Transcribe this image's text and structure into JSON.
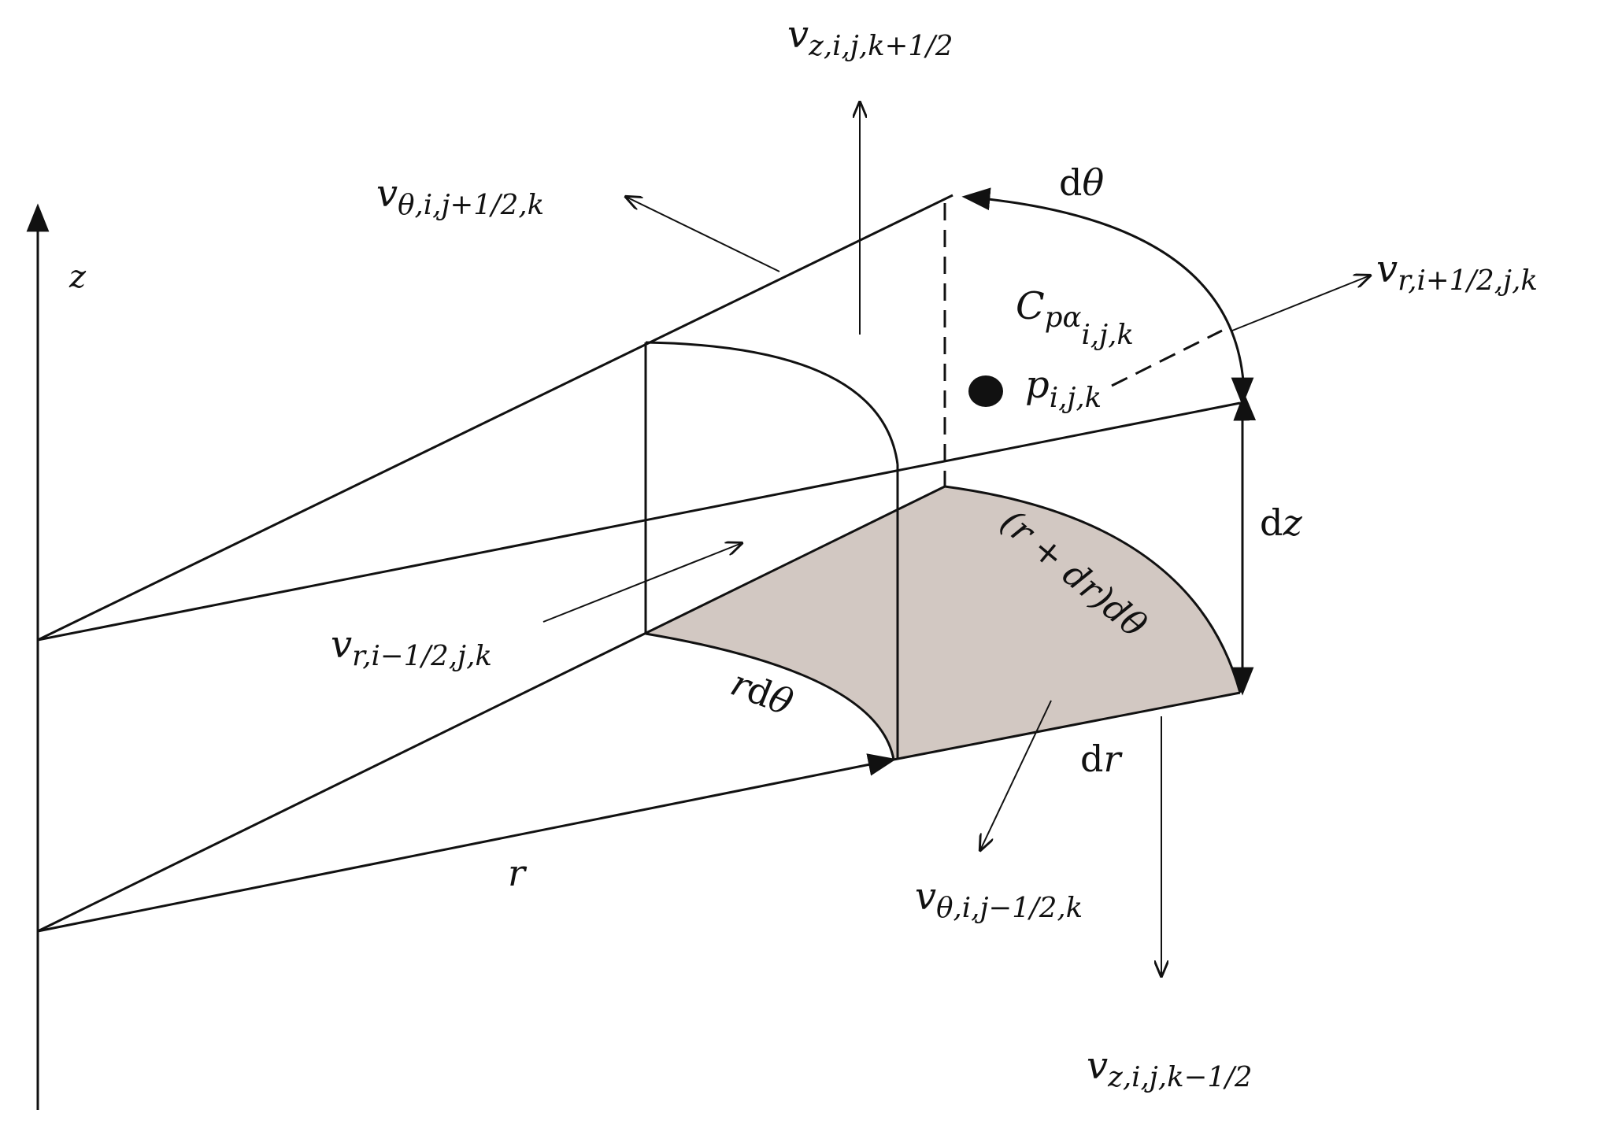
{
  "diagram": {
    "colors": {
      "stroke": "#111111",
      "face_fill": "#d2c8c2",
      "background": "#ffffff"
    },
    "axis": {
      "z": "z"
    },
    "labels": {
      "vz_top": {
        "base": "v",
        "sub": "z,i,j,k+1/2"
      },
      "vz_bottom": {
        "base": "v",
        "sub": "z,i,j,k−1/2"
      },
      "vtheta_plus": {
        "base": "v",
        "sub": "θ,i,j+1/2,k"
      },
      "vtheta_minus": {
        "base": "v",
        "sub": "θ,i,j−1/2,k"
      },
      "vr_plus": {
        "base": "v",
        "sub": "r,i+1/2,j,k"
      },
      "vr_minus": {
        "base": "v",
        "sub": "r,i−1/2,j,k"
      },
      "cp_alpha": {
        "base": "C",
        "mid": "pα",
        "sub": "i,j,k"
      },
      "pressure": {
        "base": "p",
        "sub": "i,j,k"
      },
      "d_theta": {
        "upright": "d",
        "ital": "θ"
      },
      "d_z": {
        "upright": "d",
        "ital": "z"
      },
      "d_r": {
        "upright": "d",
        "ital": "r"
      },
      "r_dtheta": {
        "ital1": "r",
        "upright": "d",
        "ital2": "θ"
      },
      "r_plus_dr_dtheta": "(r + dr)dθ",
      "r": "r"
    }
  }
}
